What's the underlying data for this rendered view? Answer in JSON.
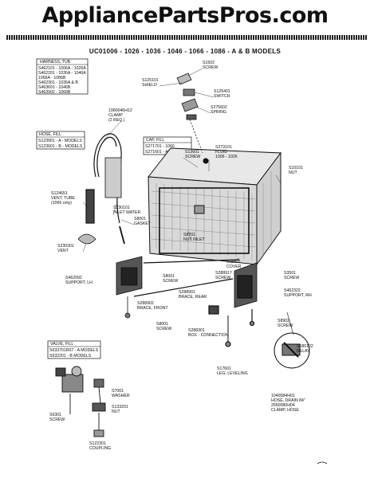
{
  "header": {
    "site": "AppliancePartsPros.com",
    "title": "UC01006 - 1026 - 1036 - 1046 - 1066 - 1086 - A & B MODELS"
  },
  "harness_box": {
    "heading": "HARNESS, TUB",
    "rows": [
      "S462101 - 1006A - 1026A",
      "S462201 - 1036A - 1046A",
      "             1066A - 1086B",
      "S462301 - 1036A & B",
      "S463601 - 1046B",
      "S463902 - 1066B"
    ]
  },
  "hose_box": {
    "heading": "HOSE, FILL",
    "rows": [
      "S123901 - A - MODELS",
      "S123601 - B - MODELS"
    ]
  },
  "cap_box": {
    "heading": "CAP, FILL",
    "rows": [
      "S271701 - 1066",
      "S271601 - ALL OTHERS"
    ]
  },
  "valve_box": {
    "heading": "VALVE, FILL",
    "rows": [
      "S633701R07 - A MODELS",
      "S632201 - B MODELS"
    ]
  },
  "labels": {
    "screw_top": [
      "S1502",
      "SCREW"
    ],
    "shield": [
      "S125101",
      "SHIELD"
    ],
    "switch": [
      "S125401",
      "SWITCH"
    ],
    "spring": [
      "S275602",
      "SPRING"
    ],
    "clamp": [
      "1960046H12",
      "CLAMP",
      "(2 REQ.)"
    ],
    "screw_mid": [
      "S13601",
      "SCREW"
    ],
    "fluid": [
      "S273101",
      "FLUID",
      "1006 - 1026"
    ],
    "nut": [
      "S10101",
      "NUT"
    ],
    "vent_tube": [
      "S124651",
      "VENT, TUBE",
      "(1066 only)"
    ],
    "inlet_water": [
      "S230101",
      "INLET WATER"
    ],
    "gasket": [
      "S8001",
      "GASKET"
    ],
    "vent": [
      "S230301",
      "VENT"
    ],
    "nut_inlet": [
      "S8701",
      "NUT INLET"
    ],
    "cover": [
      "S15601",
      "COVER"
    ],
    "support_lh": [
      "S462092",
      "SUPPORT, LH"
    ],
    "screw_a": [
      "S8001",
      "SCREW"
    ],
    "brace_rear": [
      "S288901",
      "BRACE, REAR"
    ],
    "s3501": [
      "S3501",
      "SCREW"
    ],
    "s288917": [
      "S288917",
      "SCREW"
    ],
    "support_rh": [
      "S462322",
      "SUPPORT, RH"
    ],
    "brace_front": [
      "S288902",
      "BRACE, FRONT"
    ],
    "screw_b": [
      "S8001",
      "SCREW"
    ],
    "box_connection": [
      "S288301",
      "BOX - CONNECTION"
    ],
    "screw_c": [
      "S8902",
      "SCREW"
    ],
    "relay": [
      "S585102",
      "RELAY"
    ],
    "leg_leveling": [
      "S17601",
      "LEG, LEVELING"
    ],
    "washer": [
      "S7001",
      "WASHER"
    ],
    "nut_b": [
      "S133201",
      "NUT"
    ],
    "screw_d": [
      "S6301",
      "SCREW"
    ],
    "coupling": [
      "S122301",
      "COUPLING"
    ],
    "hose_drain": [
      "1040084H01",
      "HOSE, DRAIN 84\"",
      "2660080H04",
      "CLAMP, HOSE"
    ]
  }
}
